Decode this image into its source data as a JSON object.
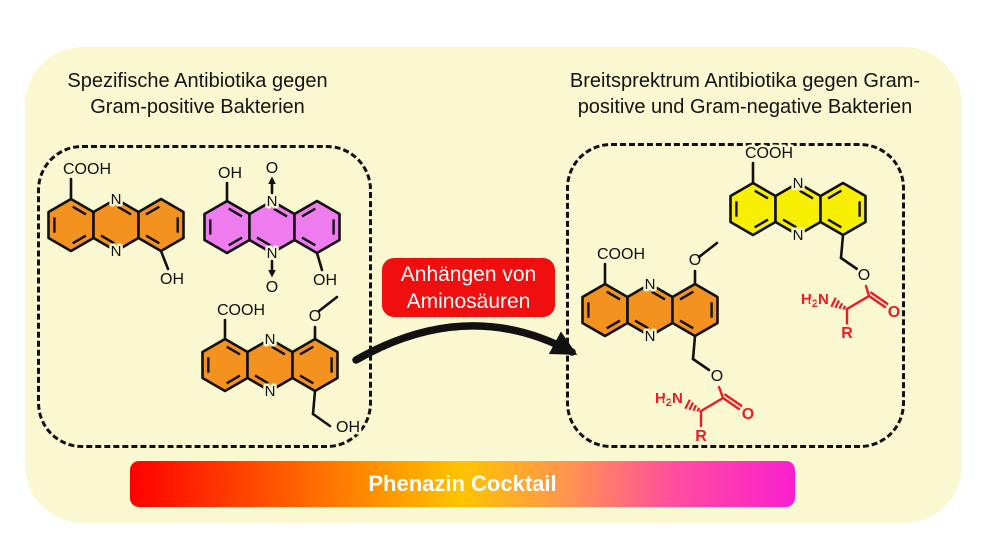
{
  "left_panel": {
    "title_line1": "Spezifische Antibiotika gegen",
    "title_line2": "Gram-positive Bakterien"
  },
  "right_panel": {
    "title_line1": "Breitsprektrum Antibiotika gegen Gram-",
    "title_line2": "positive und Gram-negative Bakterien"
  },
  "reaction": {
    "label_line1": "Anhängen von",
    "label_line2": "Aminosäuren"
  },
  "bar": {
    "label": "Phenazin Cocktail",
    "gradient": [
      "#ff0000",
      "#ff7d00",
      "#ffc400",
      "#ff9350",
      "#ff4d9e",
      "#f91fd0"
    ]
  },
  "atoms": {
    "N": "N",
    "O": "O",
    "OH": "OH",
    "COOH": "COOH",
    "H": "H",
    "sub2": "2",
    "R": "R"
  },
  "colors": {
    "background_card": "#faf8d0",
    "orange": "#f3921f",
    "magenta": "#ee7cee",
    "yellow": "#f6ef00",
    "chem_red": "#ed1c24",
    "label_red": "#f10e0e",
    "outline": "#111111"
  },
  "molecules": [
    {
      "id": "left-phenazine-orange",
      "fill_key": "orange",
      "substituents": [
        "COOH",
        "OH"
      ]
    },
    {
      "id": "left-phenazine-di-N-oxide-magenta",
      "fill_key": "magenta",
      "substituents": [
        "OH",
        "N→O top",
        "N→O bottom",
        "OH"
      ]
    },
    {
      "id": "left-phenazine-methoxy-orange",
      "fill_key": "orange",
      "substituents": [
        "COOH",
        "O-CH3",
        "CH2-OH"
      ]
    },
    {
      "id": "right-phenazine-methoxy-aminoacid-orange",
      "fill_key": "orange",
      "substituents": [
        "COOH",
        "O-CH3",
        "CH2-O-C(=O)-CH(NH2)-R"
      ]
    },
    {
      "id": "right-phenazine-aminoacid-yellow",
      "fill_key": "yellow",
      "substituents": [
        "COOH",
        "CH2-O-C(=O)-CH(NH2)-R"
      ]
    }
  ]
}
